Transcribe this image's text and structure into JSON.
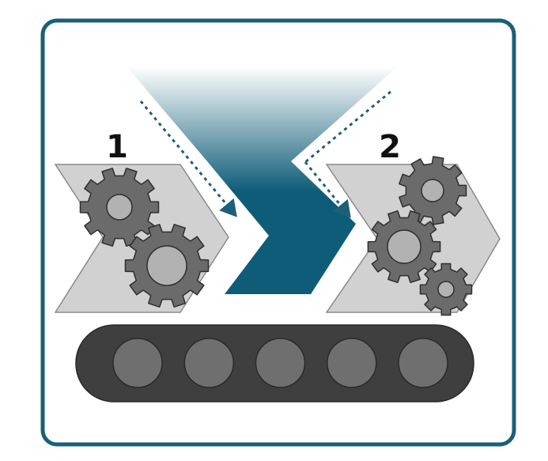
{
  "steps": [
    {
      "number": "1"
    },
    {
      "number": "2"
    }
  ],
  "colors": {
    "frame_border": "#1b5f78",
    "funnel_dark": "#0f5c78",
    "funnel_light": "#ffffff",
    "chevron_fill": "#d1d1d1",
    "chevron_stroke": "#8a8a8a",
    "gear_fill": "#6b6b6b",
    "gear_hole": "#b2b2b2",
    "gear_stroke": "#2f2f2f",
    "conveyor_belt": "#3f3f3f",
    "roller_fill": "#6f6f6f",
    "arrow_color": "#1b5f78"
  },
  "icons": {
    "gear": "gear-icon",
    "arrow": "dashed-arrow-icon",
    "funnel": "funnel-icon",
    "conveyor": "conveyor-belt-icon"
  },
  "conveyor": {
    "roller_count": 5
  }
}
